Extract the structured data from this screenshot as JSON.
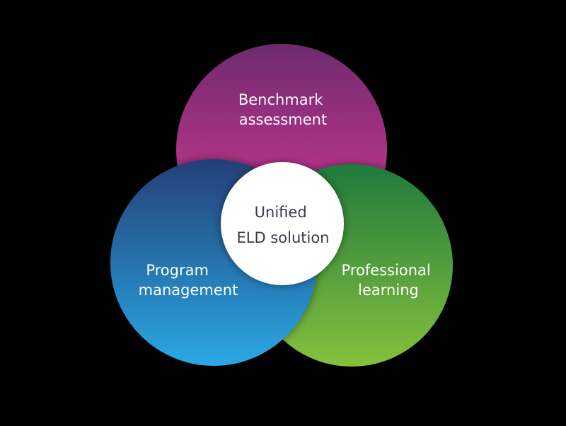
{
  "diagram": {
    "circles": [
      {
        "id": "top",
        "label_lines": [
          "Benchmark",
          "assessment"
        ],
        "gradient": [
          "#6e2a6e",
          "#e03a98"
        ]
      },
      {
        "id": "left",
        "label_lines": [
          "Program",
          "management"
        ],
        "gradient": [
          "#243f78",
          "#2aa8e4"
        ]
      },
      {
        "id": "right",
        "label_lines": [
          "Professional",
          "learning"
        ],
        "gradient": [
          "#1f7a3e",
          "#86c13d"
        ]
      }
    ],
    "center": {
      "label_lines": [
        "Unified",
        "ELD solution"
      ],
      "fill": "#ffffff",
      "text_color": "#3a3a4a"
    }
  }
}
